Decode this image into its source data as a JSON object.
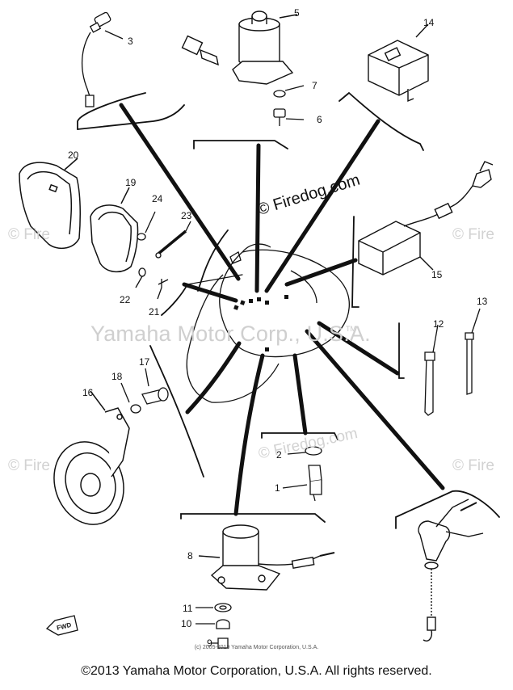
{
  "watermarks": {
    "manufacturer": "Yamaha Motor Corp., U.S.A.",
    "site": "© Firedog.com",
    "site_short": "© Fire"
  },
  "image_credit": "(c) 2005-2019 Yamaha Motor Corporation, U.S.A.",
  "footer": "©2013 Yamaha Motor Corporation, U.S.A. All rights reserved.",
  "callouts": {
    "n1": "1",
    "n2": "2",
    "n3": "3",
    "n5": "5",
    "n6": "6",
    "n7": "7",
    "n8": "8",
    "n9": "9",
    "n10": "10",
    "n11": "11",
    "n12": "12",
    "n13": "13",
    "n14": "14",
    "n15": "15",
    "n16": "16",
    "n17": "17",
    "n18": "18",
    "n19": "19",
    "n20": "20",
    "n21": "21",
    "n22": "22",
    "n23": "23",
    "n24": "24"
  },
  "fwd_label": "FWD",
  "tm_mark": "TM"
}
